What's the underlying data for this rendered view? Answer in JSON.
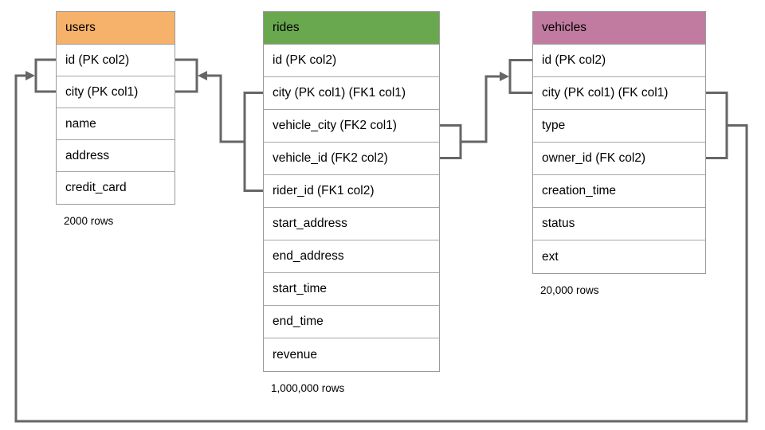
{
  "tables": [
    {
      "name": "users",
      "header_color": "#f6b26b",
      "columns": [
        "id (PK col2)",
        "city (PK col1)",
        "name",
        "address",
        "credit_card"
      ],
      "row_count_label": "2000 rows"
    },
    {
      "name": "rides",
      "header_color": "#6aa84f",
      "columns": [
        "id (PK col2)",
        "city (PK col1) (FK1 col1)",
        "vehicle_city (FK2 col1)",
        "vehicle_id (FK2 col2)",
        "rider_id (FK1 col2)",
        "start_address",
        "end_address",
        "start_time",
        "end_time",
        "revenue"
      ],
      "row_count_label": "1,000,000 rows"
    },
    {
      "name": "vehicles",
      "header_color": "#c27ba0",
      "columns": [
        "id (PK col2)",
        "city (PK col1) (FK col1)",
        "type",
        "owner_id (FK col2)",
        "creation_time",
        "status",
        "ext"
      ],
      "row_count_label": "20,000 rows"
    }
  ],
  "relationships": [
    {
      "name": "rides-fk1-to-users",
      "from": "rides (city, rider_id)",
      "to": "users (city, id)"
    },
    {
      "name": "rides-fk2-to-vehicles",
      "from": "rides (vehicle_city, vehicle_id)",
      "to": "vehicles (city, id)"
    },
    {
      "name": "vehicles-fk-to-users",
      "from": "vehicles (city, owner_id)",
      "to": "users (city, id)"
    }
  ],
  "colors": {
    "connector": "#666666",
    "table_border": "#9a9a9a",
    "users_header": "#f6b26b",
    "rides_header": "#6aa84f",
    "vehicles_header": "#c27ba0",
    "text": "#000000",
    "background": "#ffffff"
  }
}
